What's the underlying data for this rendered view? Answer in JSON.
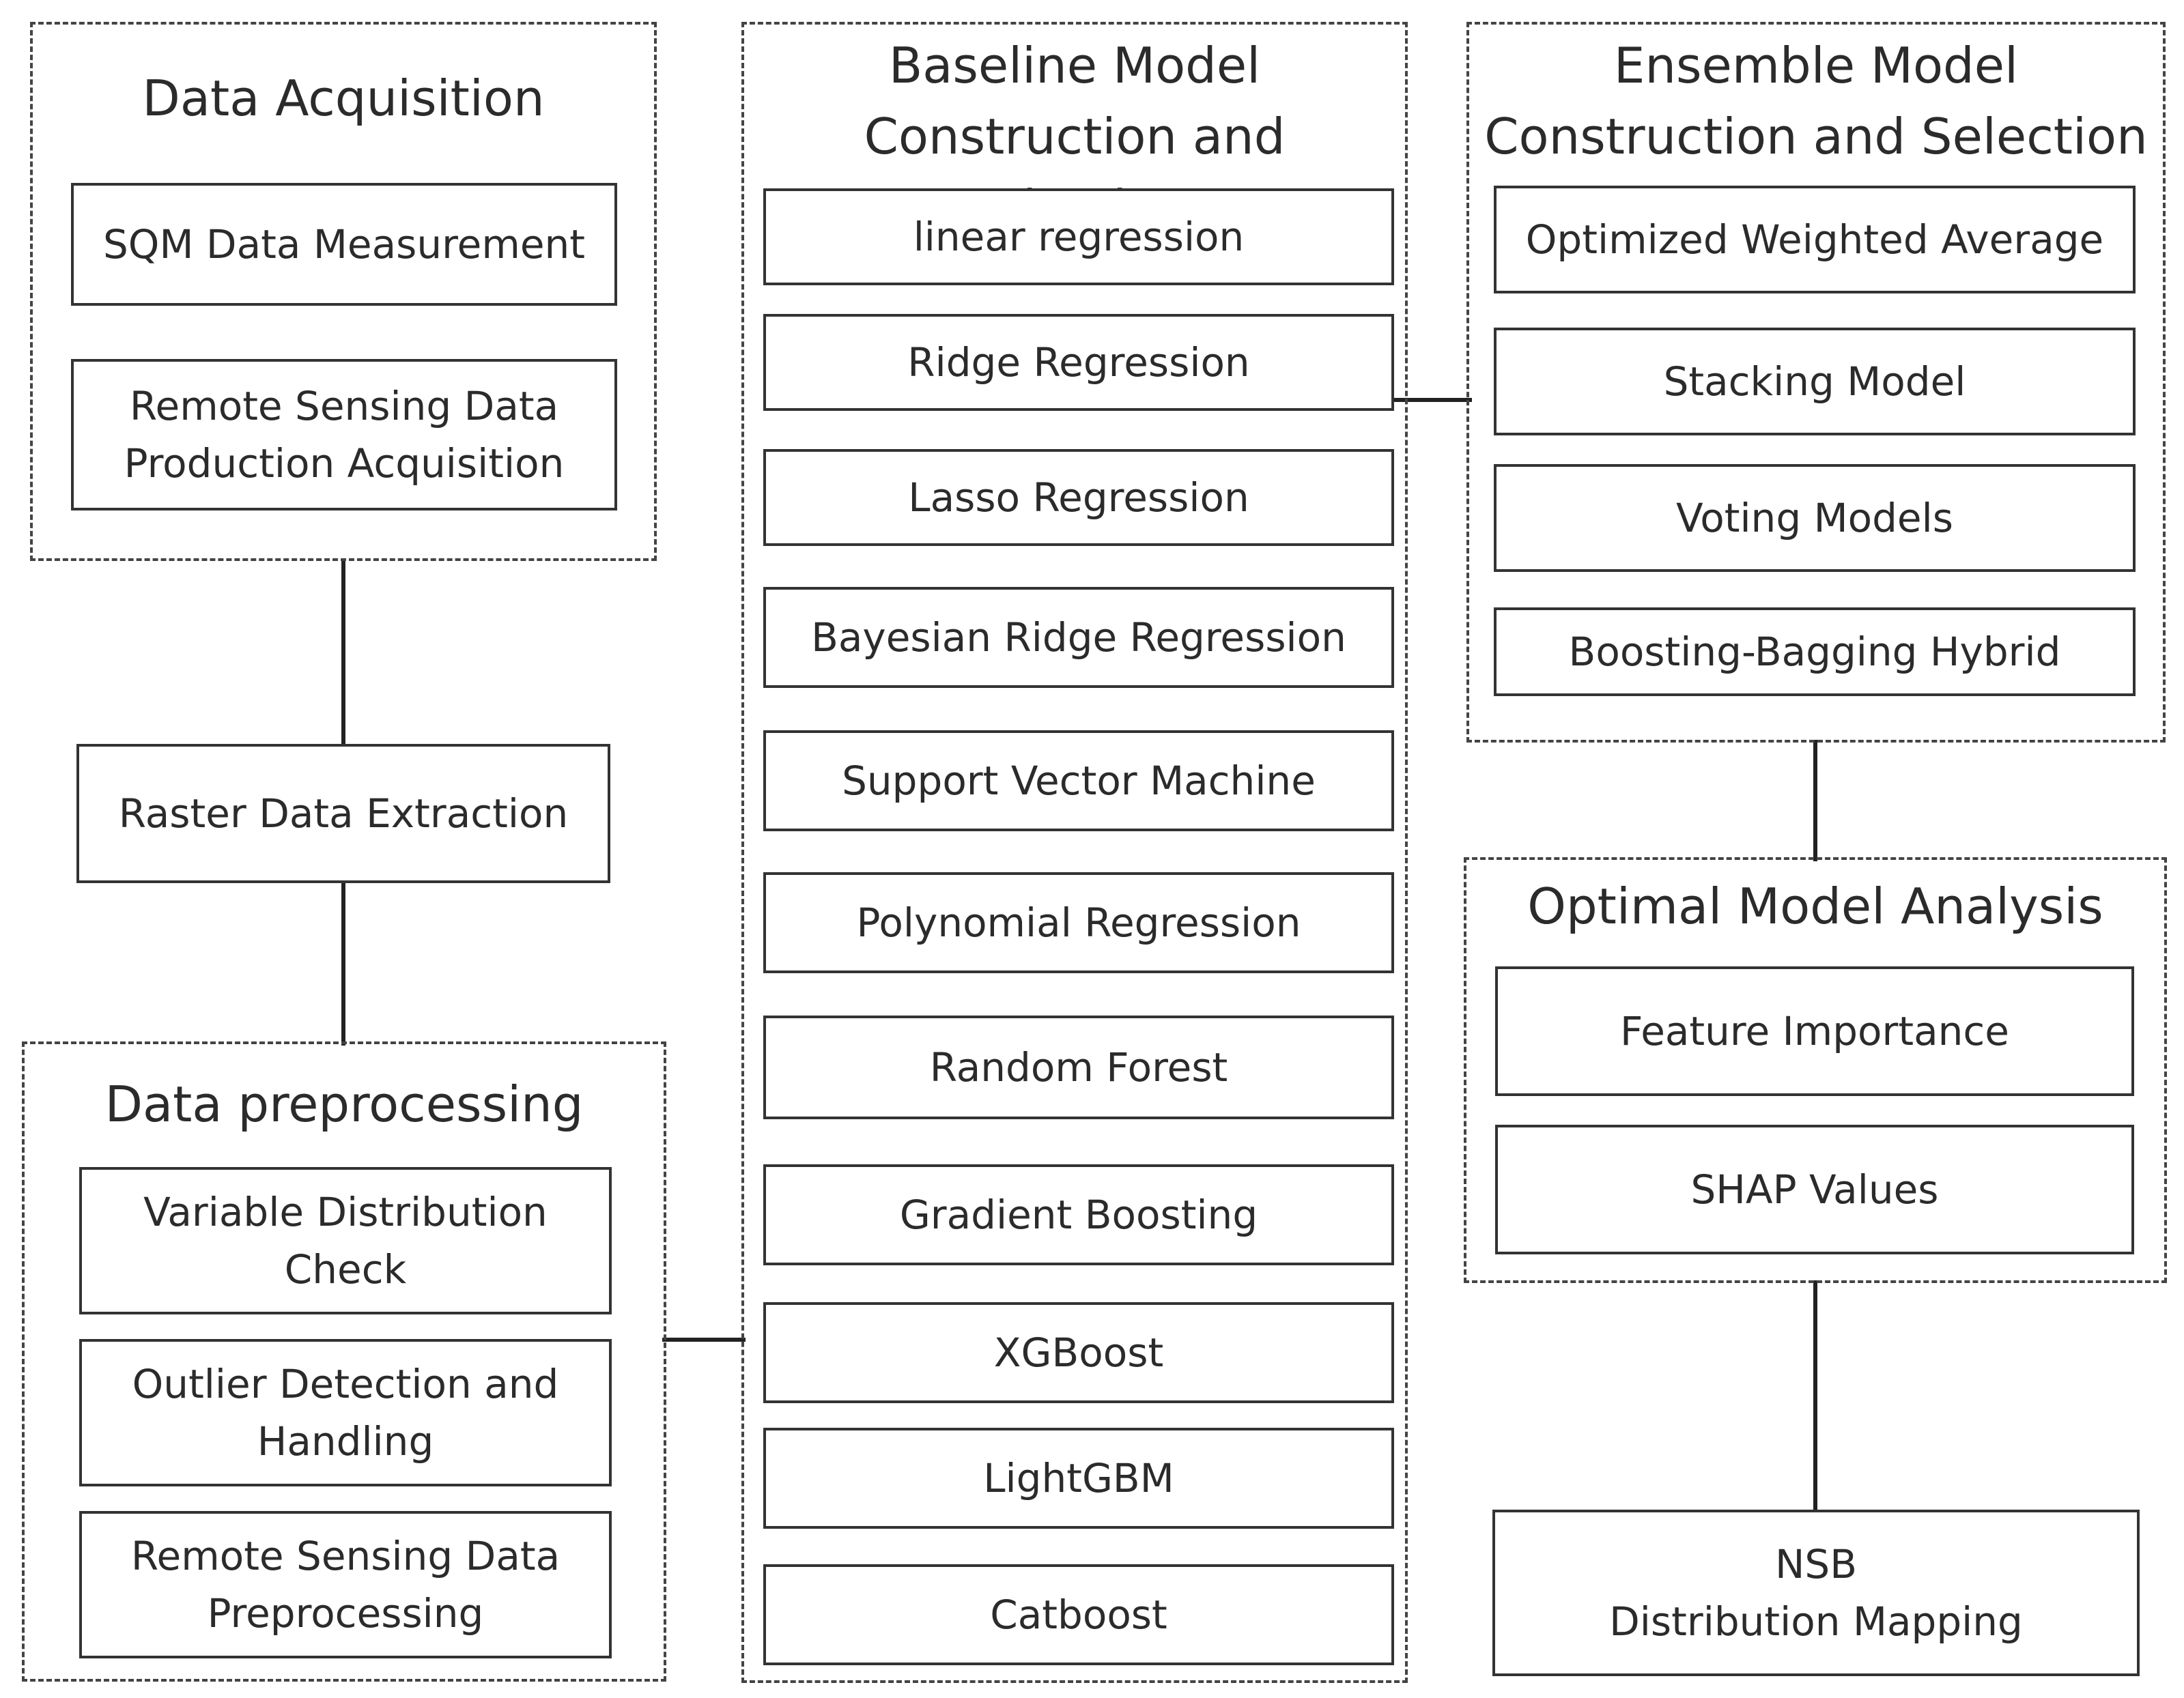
{
  "data_acquisition": {
    "title": "Data Acquisition",
    "items": [
      "SQM Data Measurement",
      "Remote Sensing Data\nProduction Acquisition"
    ]
  },
  "raster_extraction": "Raster Data Extraction",
  "data_preprocessing": {
    "title": "Data preprocessing",
    "items": [
      "Variable Distribution\nCheck",
      "Outlier Detection and\nHandling",
      "Remote Sensing Data\nPreprocessing"
    ]
  },
  "baseline": {
    "title": "Baseline Model\nConstruction and Selection",
    "items": [
      "linear regression",
      "Ridge Regression",
      "Lasso Regression",
      "Bayesian Ridge Regression",
      "Support Vector Machine",
      "Polynomial Regression",
      "Random Forest",
      "Gradient Boosting",
      "XGBoost",
      "LightGBM",
      "Catboost"
    ]
  },
  "ensemble": {
    "title": "Ensemble Model\nConstruction and Selection",
    "items": [
      "Optimized Weighted Average",
      "Stacking Model",
      "Voting Models",
      "Boosting-Bagging Hybrid"
    ]
  },
  "optimal": {
    "title": "Optimal Model Analysis",
    "items": [
      "Feature Importance",
      "SHAP Values"
    ]
  },
  "nsb_mapping": "NSB\nDistribution Mapping"
}
